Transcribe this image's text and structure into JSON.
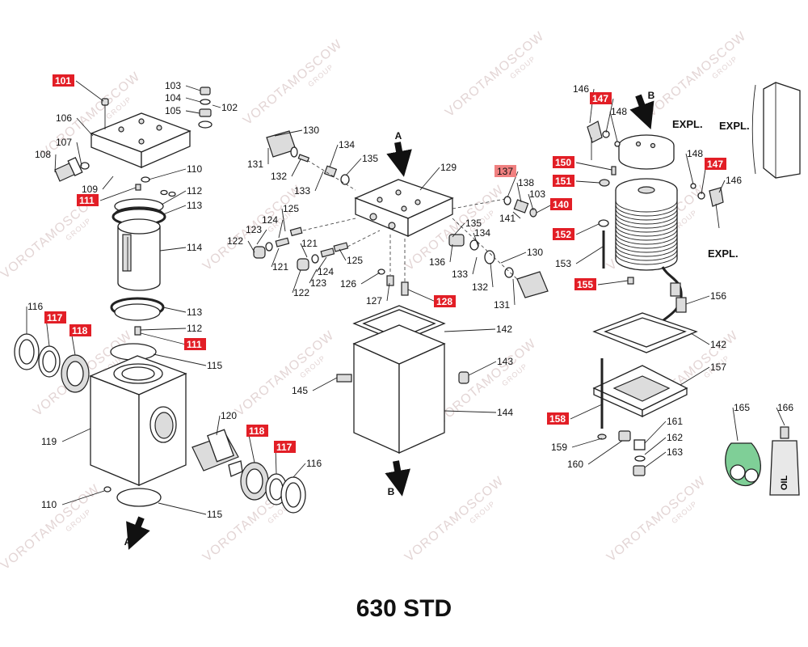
{
  "title": "630 STD",
  "watermark": {
    "text": "VOROTAMOSCOW",
    "subtext": "GROUP",
    "color": "#e3d5d5"
  },
  "colors": {
    "highlight": "#e21e26",
    "highlight_light": "#f08080",
    "ink": "#111111"
  },
  "arrows": [
    "A",
    "A",
    "B",
    "B"
  ],
  "expl_labels": [
    "EXPL.",
    "EXPL.",
    "EXPL."
  ],
  "labels": [
    {
      "text": "101",
      "hl": true
    },
    {
      "text": "102",
      "hl": false
    },
    {
      "text": "103",
      "hl": false
    },
    {
      "text": "104",
      "hl": false
    },
    {
      "text": "105",
      "hl": false
    },
    {
      "text": "106",
      "hl": false
    },
    {
      "text": "107",
      "hl": false
    },
    {
      "text": "108",
      "hl": false
    },
    {
      "text": "109",
      "hl": false
    },
    {
      "text": "110",
      "hl": false
    },
    {
      "text": "111",
      "hl": true
    },
    {
      "text": "112",
      "hl": false
    },
    {
      "text": "113",
      "hl": false
    },
    {
      "text": "114",
      "hl": false
    },
    {
      "text": "113",
      "hl": false
    },
    {
      "text": "112",
      "hl": false
    },
    {
      "text": "111",
      "hl": true
    },
    {
      "text": "115",
      "hl": false
    },
    {
      "text": "116",
      "hl": false
    },
    {
      "text": "117",
      "hl": true
    },
    {
      "text": "118",
      "hl": true
    },
    {
      "text": "119",
      "hl": false
    },
    {
      "text": "120",
      "hl": false
    },
    {
      "text": "118",
      "hl": true
    },
    {
      "text": "117",
      "hl": true
    },
    {
      "text": "116",
      "hl": false
    },
    {
      "text": "110",
      "hl": false
    },
    {
      "text": "115",
      "hl": false
    },
    {
      "text": "130",
      "hl": false
    },
    {
      "text": "131",
      "hl": false
    },
    {
      "text": "132",
      "hl": false
    },
    {
      "text": "133",
      "hl": false
    },
    {
      "text": "134",
      "hl": false
    },
    {
      "text": "135",
      "hl": false
    },
    {
      "text": "129",
      "hl": false
    },
    {
      "text": "125",
      "hl": false
    },
    {
      "text": "124",
      "hl": false
    },
    {
      "text": "123",
      "hl": false
    },
    {
      "text": "122",
      "hl": false
    },
    {
      "text": "121",
      "hl": false
    },
    {
      "text": "121",
      "hl": false
    },
    {
      "text": "125",
      "hl": false
    },
    {
      "text": "124",
      "hl": false
    },
    {
      "text": "123",
      "hl": false
    },
    {
      "text": "122",
      "hl": false
    },
    {
      "text": "126",
      "hl": false
    },
    {
      "text": "127",
      "hl": false
    },
    {
      "text": "128",
      "hl": true
    },
    {
      "text": "135",
      "hl": false
    },
    {
      "text": "134",
      "hl": false
    },
    {
      "text": "136",
      "hl": false
    },
    {
      "text": "133",
      "hl": false
    },
    {
      "text": "132",
      "hl": false
    },
    {
      "text": "130",
      "hl": false
    },
    {
      "text": "131",
      "hl": false
    },
    {
      "text": "137",
      "hl": "light"
    },
    {
      "text": "138",
      "hl": false
    },
    {
      "text": "103",
      "hl": false
    },
    {
      "text": "141",
      "hl": false
    },
    {
      "text": "140",
      "hl": true
    },
    {
      "text": "142",
      "hl": false
    },
    {
      "text": "143",
      "hl": false
    },
    {
      "text": "145",
      "hl": false
    },
    {
      "text": "144",
      "hl": false
    },
    {
      "text": "146",
      "hl": false
    },
    {
      "text": "147",
      "hl": true
    },
    {
      "text": "148",
      "hl": false
    },
    {
      "text": "148",
      "hl": false
    },
    {
      "text": "147",
      "hl": true
    },
    {
      "text": "146",
      "hl": false
    },
    {
      "text": "150",
      "hl": true
    },
    {
      "text": "151",
      "hl": true
    },
    {
      "text": "152",
      "hl": true
    },
    {
      "text": "153",
      "hl": false
    },
    {
      "text": "155",
      "hl": true
    },
    {
      "text": "156",
      "hl": false
    },
    {
      "text": "142",
      "hl": false
    },
    {
      "text": "157",
      "hl": false
    },
    {
      "text": "158",
      "hl": true
    },
    {
      "text": "159",
      "hl": false
    },
    {
      "text": "160",
      "hl": false
    },
    {
      "text": "161",
      "hl": false
    },
    {
      "text": "162",
      "hl": false
    },
    {
      "text": "163",
      "hl": false
    },
    {
      "text": "165",
      "hl": false
    },
    {
      "text": "166",
      "hl": false
    }
  ],
  "oil_bottle_text": "OIL"
}
